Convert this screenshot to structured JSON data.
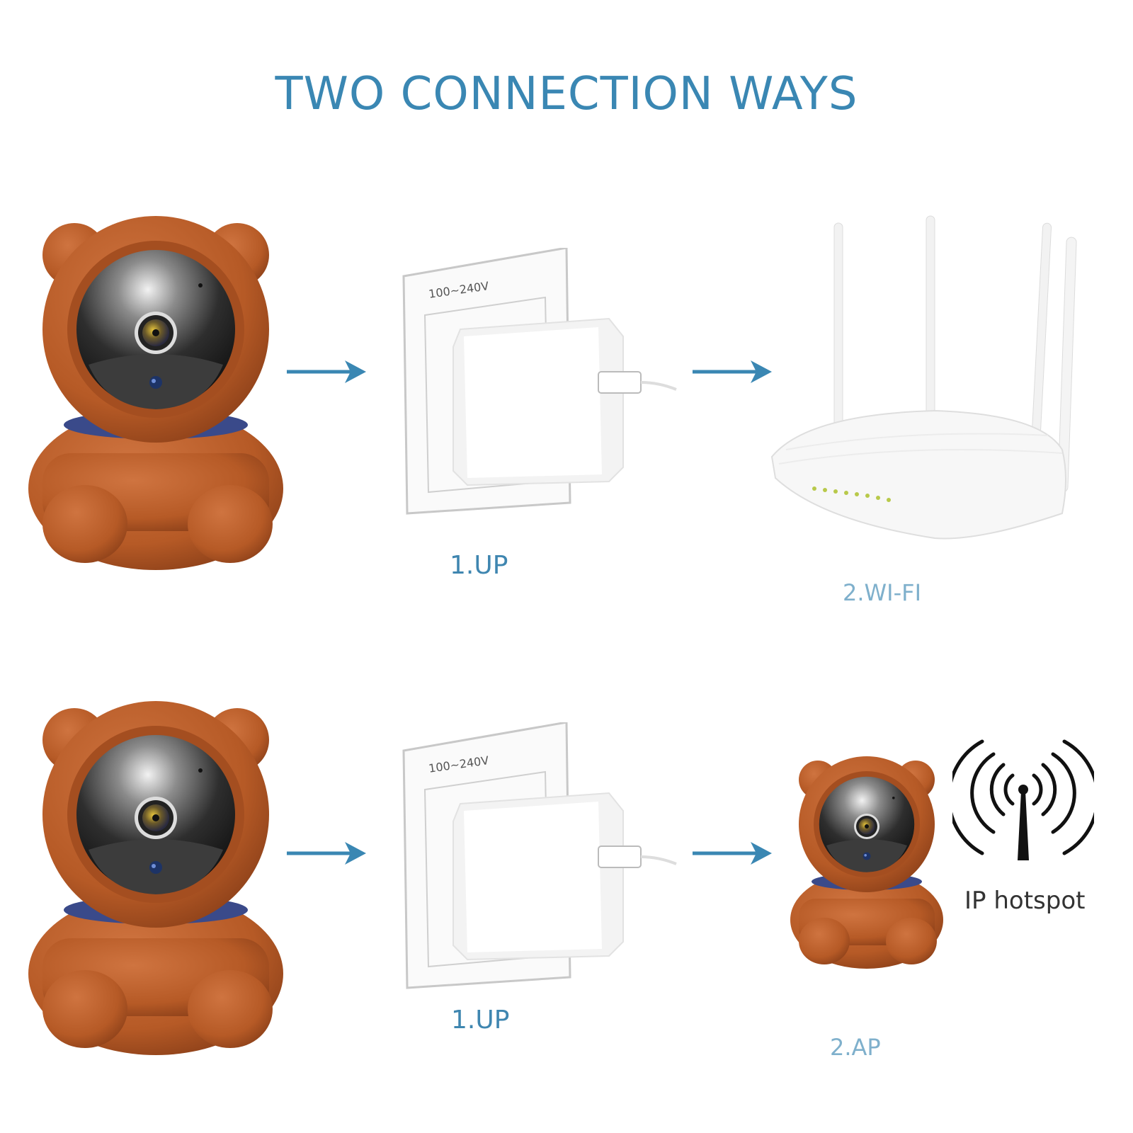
{
  "title": "TWO CONNECTION WAYS",
  "colors": {
    "accent": "#3a87b3",
    "bear": "#b75a26",
    "arrow": "#3a87b3"
  },
  "rows": [
    {
      "camera": {
        "icon": "bear-camera-icon"
      },
      "arrow1": {
        "icon": "arrow-right-icon"
      },
      "outlet": {
        "icon": "power-adapter-icon",
        "voltage": "100~240V"
      },
      "step1_label": "1.UP",
      "arrow2": {
        "icon": "arrow-right-icon"
      },
      "target": {
        "icon": "wifi-router-icon"
      },
      "step2_label": "2.WI-FI"
    },
    {
      "camera": {
        "icon": "bear-camera-icon"
      },
      "arrow1": {
        "icon": "arrow-right-icon"
      },
      "outlet": {
        "icon": "power-adapter-icon",
        "voltage": "100~240V"
      },
      "step1_label": "1.UP",
      "arrow2": {
        "icon": "arrow-right-icon"
      },
      "target": {
        "icon": "bear-camera-icon",
        "hotspot_icon": "antenna-signal-icon",
        "hotspot_label": "IP hotspot"
      },
      "step2_label": "2.AP"
    }
  ]
}
